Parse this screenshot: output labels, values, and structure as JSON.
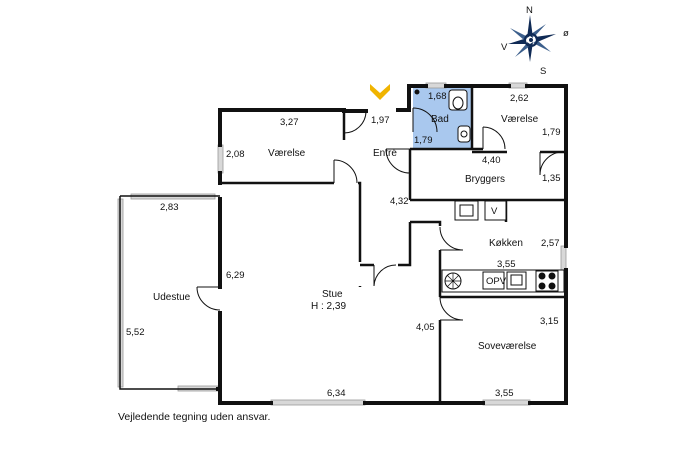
{
  "compass": {
    "n": "N",
    "e": "ø",
    "s": "S",
    "w": "V"
  },
  "rooms": {
    "bad": "Bad",
    "vaerelse_top": "Værelse",
    "vaerelse_left": "Værelse",
    "entre": "Entré",
    "bryggers": "Bryggers",
    "koekken": "Køkken",
    "udestue": "Udestue",
    "stue": "Stue",
    "stue_height": "H : 2,39",
    "sovevaerelse": "Soveværelse"
  },
  "fixtures": {
    "washer": "V",
    "opv": "OPV"
  },
  "dimensions": {
    "d_168": "1,68",
    "d_179a": "1,79",
    "d_262": "2,62",
    "d_179b": "1,79",
    "d_197": "1,97",
    "d_327": "3,27",
    "d_208": "2,08",
    "d_440": "4,40",
    "d_135": "1,35",
    "d_432": "4,32",
    "d_283": "2,83",
    "d_257": "2,57",
    "d_629": "6,29",
    "d_355a": "3,55",
    "d_552": "5,52",
    "d_405": "4,05",
    "d_315": "3,15",
    "d_634": "6,34",
    "d_355b": "3,55"
  },
  "caption": "Vejledende tegning uden ansvar.",
  "colors": {
    "wall": "#111111",
    "bath_fill": "#a9c8ee",
    "entrance": "#f0b400",
    "window": "#bfbfbf"
  }
}
